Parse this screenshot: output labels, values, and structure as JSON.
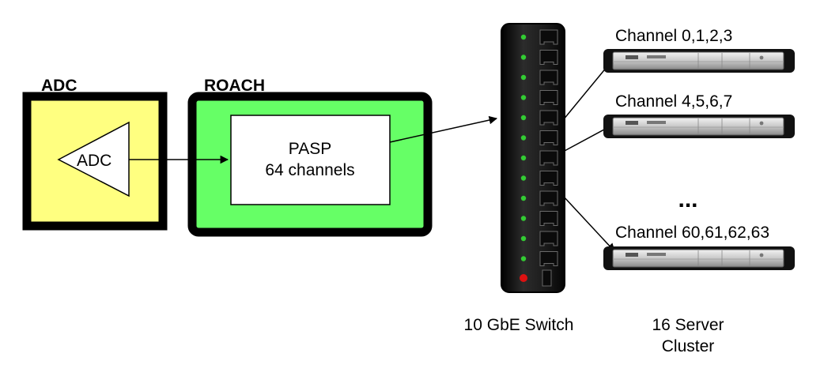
{
  "adc": {
    "title": "ADC",
    "inner_label": "ADC",
    "fill_color": "#ffff80"
  },
  "roach": {
    "title": "ROACH",
    "fill_color": "#66ff66",
    "pasp": {
      "line1": "PASP",
      "line2": "64 channels"
    }
  },
  "switch": {
    "label": "10 GbE Switch",
    "port_count": 12,
    "body_color": "#1a1a1a",
    "led_color": "#33cc33",
    "power_led_color": "#dd1111"
  },
  "cluster": {
    "label_line1": "16 Server",
    "label_line2": "Cluster",
    "servers": [
      {
        "label": "Channel 0,1,2,3"
      },
      {
        "label": "Channel 4,5,6,7"
      },
      {
        "label": "Channel 60,61,62,63"
      }
    ],
    "ellipsis": "..."
  }
}
